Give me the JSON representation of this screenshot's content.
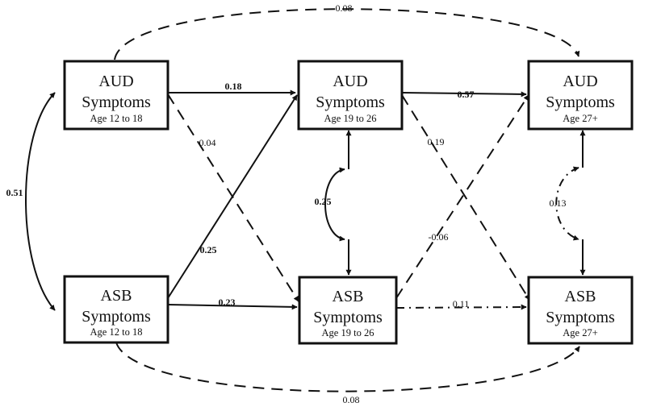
{
  "boxes": {
    "aud_1": {
      "line1": "AUD",
      "line2": "Symptoms",
      "age": "Age 12 to 18"
    },
    "aud_2": {
      "line1": "AUD",
      "line2": "Symptoms",
      "age": "Age 19 to 26"
    },
    "aud_3": {
      "line1": "AUD",
      "line2": "Symptoms",
      "age": "Age 27+"
    },
    "asb_1": {
      "line1": "ASB",
      "line2": "Symptoms",
      "age": "Age 12 to 18"
    },
    "asb_2": {
      "line1": "ASB",
      "line2": "Symptoms",
      "age": "Age 19 to 26"
    },
    "asb_3": {
      "line1": "ASB",
      "line2": "Symptoms",
      "age": "Age 27+"
    }
  },
  "paths": {
    "aud1_aud2": "0.18",
    "aud2_aud3": "0.57",
    "asb1_asb2": "0.23",
    "asb2_asb3": "0.11",
    "aud1_asb2": "0.04",
    "asb1_aud2": "0.25",
    "aud2_asb3": "0.19",
    "asb2_aud3": "-0.06",
    "aud1_aud3": "0.08",
    "asb1_asb3": "0.08",
    "cov_t1": "0.51",
    "cov_t2": "0.25",
    "cov_t3": "0.13"
  }
}
